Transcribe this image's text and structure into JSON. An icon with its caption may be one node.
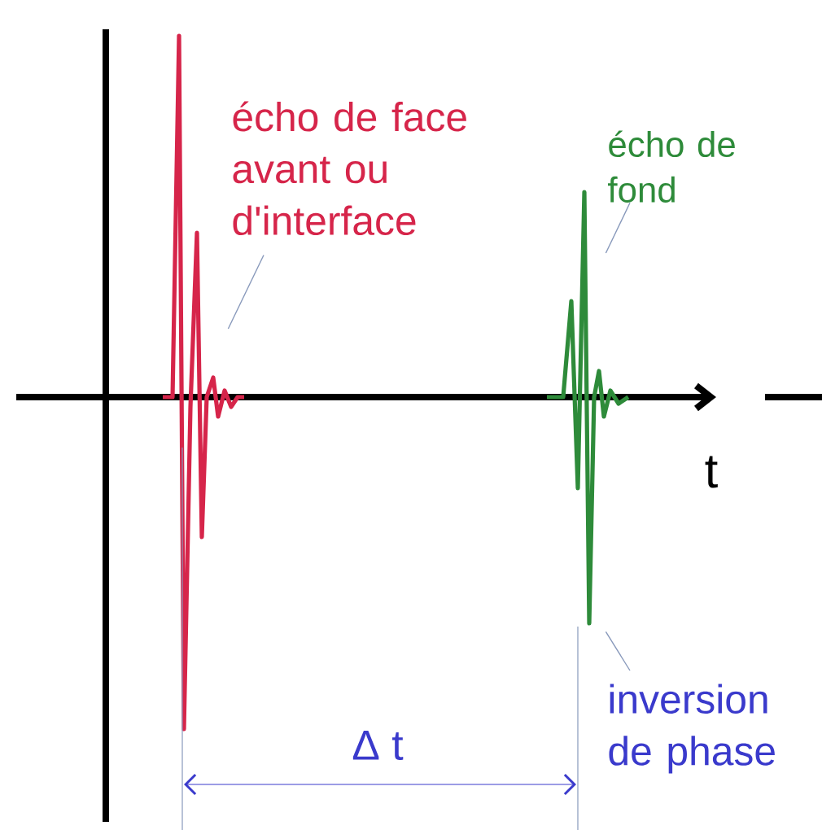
{
  "diagram": {
    "nodes": [
      {
        "text": [
          "écho de face avant ou d'interface"
        ]
      },
      {
        "text": [],
        "shape": "picture"
      },
      {
        "text": [
          "écho de fond"
        ]
      },
      {
        "text": [],
        "shape": "picture"
      },
      {
        "text": [
          "inversion de phase"
        ]
      }
    ],
    "edges": [
      {
        "from": 0,
        "to": 1,
        "arrow": "none"
      },
      {
        "from": 2,
        "to": 3,
        "arrow": "none"
      },
      {
        "from": 4,
        "to": 3,
        "arrow": "none"
      }
    ],
    "labels": [
      "t",
      "Δ t"
    ]
  }
}
